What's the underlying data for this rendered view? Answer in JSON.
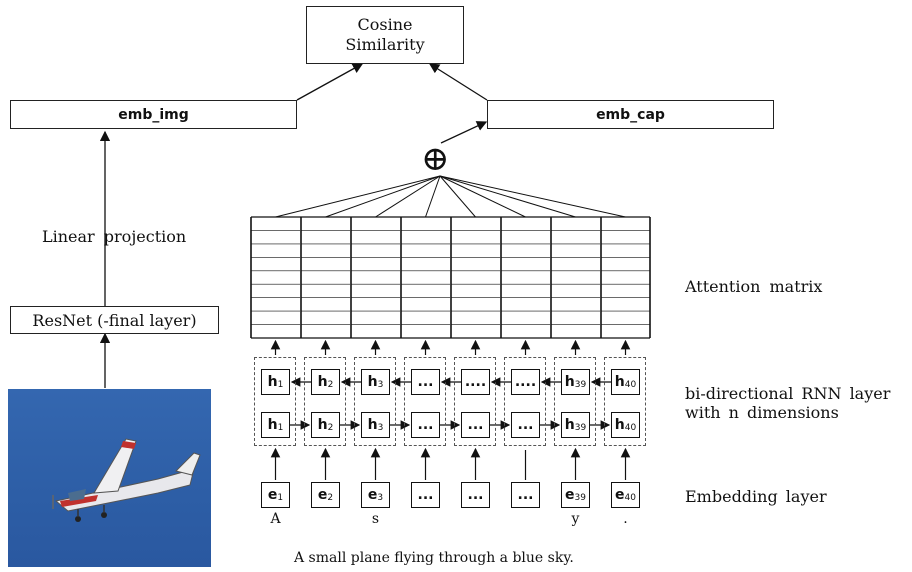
{
  "cosine_label": "Cosine Similarity",
  "emb_img_label": "emb_img",
  "emb_cap_label": "emb_cap",
  "linear_projection_label": "Linear projection",
  "resnet_label": "ResNet (-final layer)",
  "plus_symbol": "⊕",
  "attention_matrix_label": "Attention matrix",
  "rnn_label_line1": "bi-directional RNN layer",
  "rnn_label_line2": "with n dimensions",
  "embedding_layer_label": "Embedding layer",
  "caption": "A small plane flying through a blue sky.",
  "hidden_cells_top": [
    {
      "main": "h",
      "sub": "1"
    },
    {
      "main": "h",
      "sub": "2"
    },
    {
      "main": "h",
      "sub": "3"
    },
    {
      "main": "...",
      "sub": ""
    },
    {
      "main": "....",
      "sub": ""
    },
    {
      "main": "....",
      "sub": ""
    },
    {
      "main": "h",
      "sub": "39"
    },
    {
      "main": "h",
      "sub": "40"
    }
  ],
  "hidden_cells_bottom": [
    {
      "main": "h",
      "sub": "1"
    },
    {
      "main": "h",
      "sub": "2"
    },
    {
      "main": "h",
      "sub": "3"
    },
    {
      "main": "...",
      "sub": ""
    },
    {
      "main": "...",
      "sub": ""
    },
    {
      "main": "...",
      "sub": ""
    },
    {
      "main": "h",
      "sub": "39"
    },
    {
      "main": "h",
      "sub": "40"
    }
  ],
  "embedding_cells": [
    {
      "main": "e",
      "sub": "1"
    },
    {
      "main": "e",
      "sub": "2"
    },
    {
      "main": "e",
      "sub": "3"
    },
    {
      "main": "...",
      "sub": ""
    },
    {
      "main": "...",
      "sub": ""
    },
    {
      "main": "...",
      "sub": ""
    },
    {
      "main": "e",
      "sub": "39"
    },
    {
      "main": "e",
      "sub": "40"
    }
  ],
  "words": [
    "A",
    "",
    "s",
    "",
    "",
    "",
    "y",
    "."
  ],
  "image": {
    "description_icon": "airplane-photo",
    "sky_color": "#2f5fa8"
  }
}
